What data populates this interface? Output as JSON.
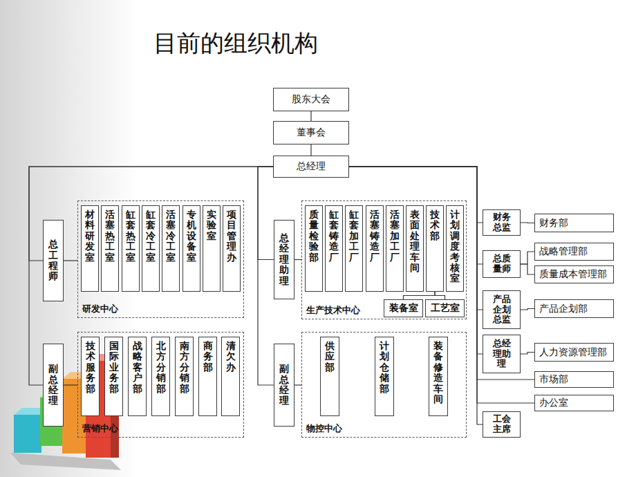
{
  "diagram": {
    "title": "目前的组织机构",
    "nodes": [
      {
        "text": [
          "股东大会"
        ]
      },
      {
        "text": [
          "董事会"
        ]
      },
      {
        "text": [
          "总经理"
        ]
      },
      {
        "text": [
          "总工程师"
        ]
      },
      {
        "text": [
          "研发中心"
        ]
      },
      {
        "text": [
          "材料研发室"
        ],
        "in": 4
      },
      {
        "text": [
          "活塞热工室"
        ],
        "in": 4
      },
      {
        "text": [
          "缸套热工室"
        ],
        "in": 4
      },
      {
        "text": [
          "缸套冷工室"
        ],
        "in": 4
      },
      {
        "text": [
          "活塞冷工室"
        ],
        "in": 4
      },
      {
        "text": [
          "专机设备室"
        ],
        "in": 4
      },
      {
        "text": [
          "实验室"
        ],
        "in": 4
      },
      {
        "text": [
          "项目管理办"
        ],
        "in": 4
      },
      {
        "text": [
          "总经理助理"
        ]
      },
      {
        "text": [
          "生产技术中心"
        ]
      },
      {
        "text": [
          "质量检验部"
        ],
        "in": 14
      },
      {
        "text": [
          "缸套铸造厂"
        ],
        "in": 14
      },
      {
        "text": [
          "缸套加工厂"
        ],
        "in": 14
      },
      {
        "text": [
          "活塞铸造厂"
        ],
        "in": 14
      },
      {
        "text": [
          "活塞加工厂"
        ],
        "in": 14
      },
      {
        "text": [
          "表面处理车间"
        ],
        "in": 14
      },
      {
        "text": [
          "技术部"
        ],
        "in": 14
      },
      {
        "text": [
          "计划调度考核室"
        ],
        "in": 14
      },
      {
        "text": [
          "装备室"
        ],
        "in": 14
      },
      {
        "text": [
          "工艺室"
        ],
        "in": 14
      },
      {
        "text": [
          "副总经理"
        ]
      },
      {
        "text": [
          "营销中心"
        ]
      },
      {
        "text": [
          "技术服务部"
        ],
        "in": 26
      },
      {
        "text": [
          "国际业务部"
        ],
        "in": 26
      },
      {
        "text": [
          "战略客户部"
        ],
        "in": 26
      },
      {
        "text": [
          "北方分销部"
        ],
        "in": 26
      },
      {
        "text": [
          "南方分销部"
        ],
        "in": 26
      },
      {
        "text": [
          "商务部"
        ],
        "in": 26
      },
      {
        "text": [
          "清欠办"
        ],
        "in": 26
      },
      {
        "text": [
          "副总经理"
        ]
      },
      {
        "text": [
          "物控中心"
        ]
      },
      {
        "text": [
          "供应部"
        ],
        "in": 35
      },
      {
        "text": [
          "计划仓储部"
        ],
        "in": 35
      },
      {
        "text": [
          "装备修造车间"
        ],
        "in": 35
      },
      {
        "text": [
          "财务总监"
        ]
      },
      {
        "text": [
          "财务部"
        ]
      },
      {
        "text": [
          "总质量师"
        ]
      },
      {
        "text": [
          "战略管理部"
        ]
      },
      {
        "text": [
          "质量成本管理部"
        ]
      },
      {
        "text": [
          "产品企划总监"
        ]
      },
      {
        "text": [
          "产品企划部"
        ]
      },
      {
        "text": [
          "总经理助理"
        ]
      },
      {
        "text": [
          "人力资源管理部"
        ]
      },
      {
        "text": [
          "市场部"
        ]
      },
      {
        "text": [
          "办公室"
        ]
      },
      {
        "text": [
          "工会主席"
        ]
      }
    ],
    "edges": [
      {
        "from": 0,
        "to": 1,
        "arrow": "none"
      },
      {
        "from": 1,
        "to": 2,
        "arrow": "none"
      },
      {
        "from": 2,
        "to": 3,
        "arrow": "none"
      },
      {
        "from": 2,
        "to": 25,
        "arrow": "none"
      },
      {
        "from": 2,
        "to": 13,
        "arrow": "none"
      },
      {
        "from": 2,
        "to": 34,
        "arrow": "none"
      },
      {
        "from": 2,
        "to": 39,
        "arrow": "none"
      },
      {
        "from": 2,
        "to": 41,
        "arrow": "none"
      },
      {
        "from": 2,
        "to": 44,
        "arrow": "none"
      },
      {
        "from": 2,
        "to": 46,
        "arrow": "none"
      },
      {
        "from": 2,
        "to": 48,
        "arrow": "none"
      },
      {
        "from": 2,
        "to": 49,
        "arrow": "none"
      },
      {
        "from": 2,
        "to": 50,
        "arrow": "none"
      },
      {
        "from": 3,
        "to": 4,
        "arrow": "none"
      },
      {
        "from": 13,
        "to": 14,
        "arrow": "none"
      },
      {
        "from": 25,
        "to": 26,
        "arrow": "none"
      },
      {
        "from": 34,
        "to": 35,
        "arrow": "none"
      },
      {
        "from": 21,
        "to": 23,
        "arrow": "none"
      },
      {
        "from": 21,
        "to": 24,
        "arrow": "none"
      },
      {
        "from": 39,
        "to": 40,
        "arrow": "none"
      },
      {
        "from": 41,
        "to": 42,
        "arrow": "none"
      },
      {
        "from": 41,
        "to": 43,
        "arrow": "none"
      },
      {
        "from": 44,
        "to": 45,
        "arrow": "none"
      },
      {
        "from": 46,
        "to": 47,
        "arrow": "none"
      }
    ]
  }
}
